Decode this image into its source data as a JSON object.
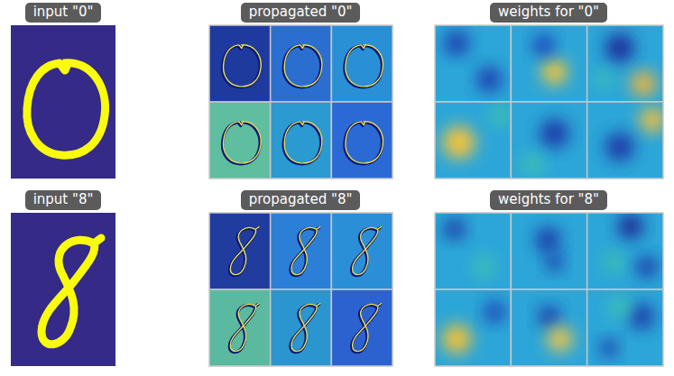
{
  "diagram": {
    "nodes": [
      {
        "text": [
          "input \"0\""
        ]
      },
      {
        "text": [
          "propagated \"0\""
        ]
      },
      {
        "text": [
          "weights for \"0\""
        ]
      },
      {
        "text": [
          "input \"8\""
        ]
      },
      {
        "text": [
          "propagated \"8\""
        ]
      },
      {
        "text": [
          "weights for \"8\""
        ]
      }
    ]
  }
}
